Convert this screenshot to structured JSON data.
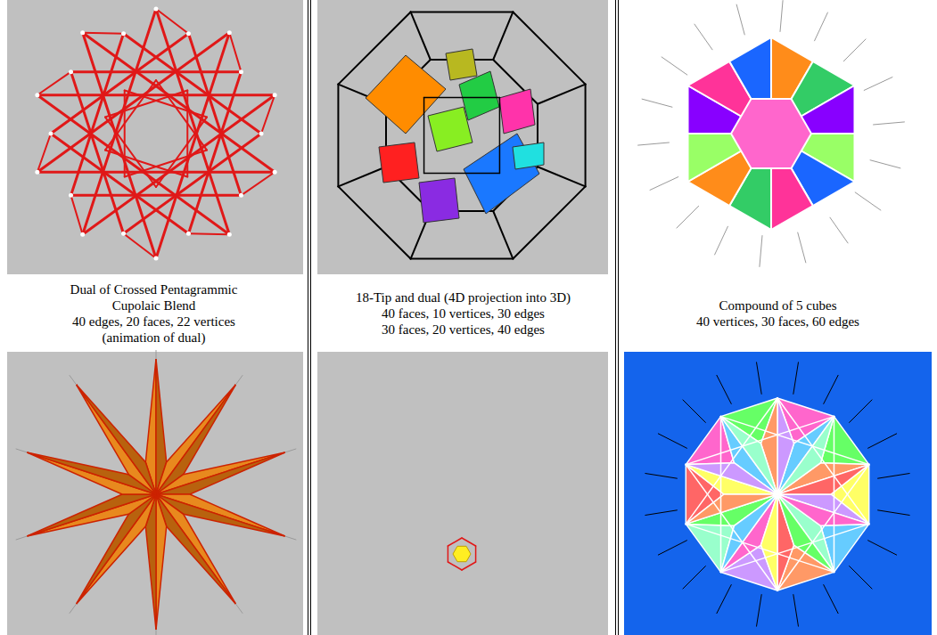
{
  "diagram": {
    "nodes": [
      {
        "text": [
          "Dual of Crossed Pentagrammic Cupolaic Blend",
          "40 edges, 20 faces, 22 vertices",
          "(animation of dual)"
        ]
      },
      {
        "text": [
          "18-Tip and dual (4D projection into 3D)",
          "40 faces, 10 vertices, 30 edges",
          "30 faces, 20 vertices, 40 edges"
        ]
      },
      {
        "text": [
          "Compound of 5 cubes",
          "40 vertices, 30 faces, 60 edges"
        ]
      }
    ]
  }
}
